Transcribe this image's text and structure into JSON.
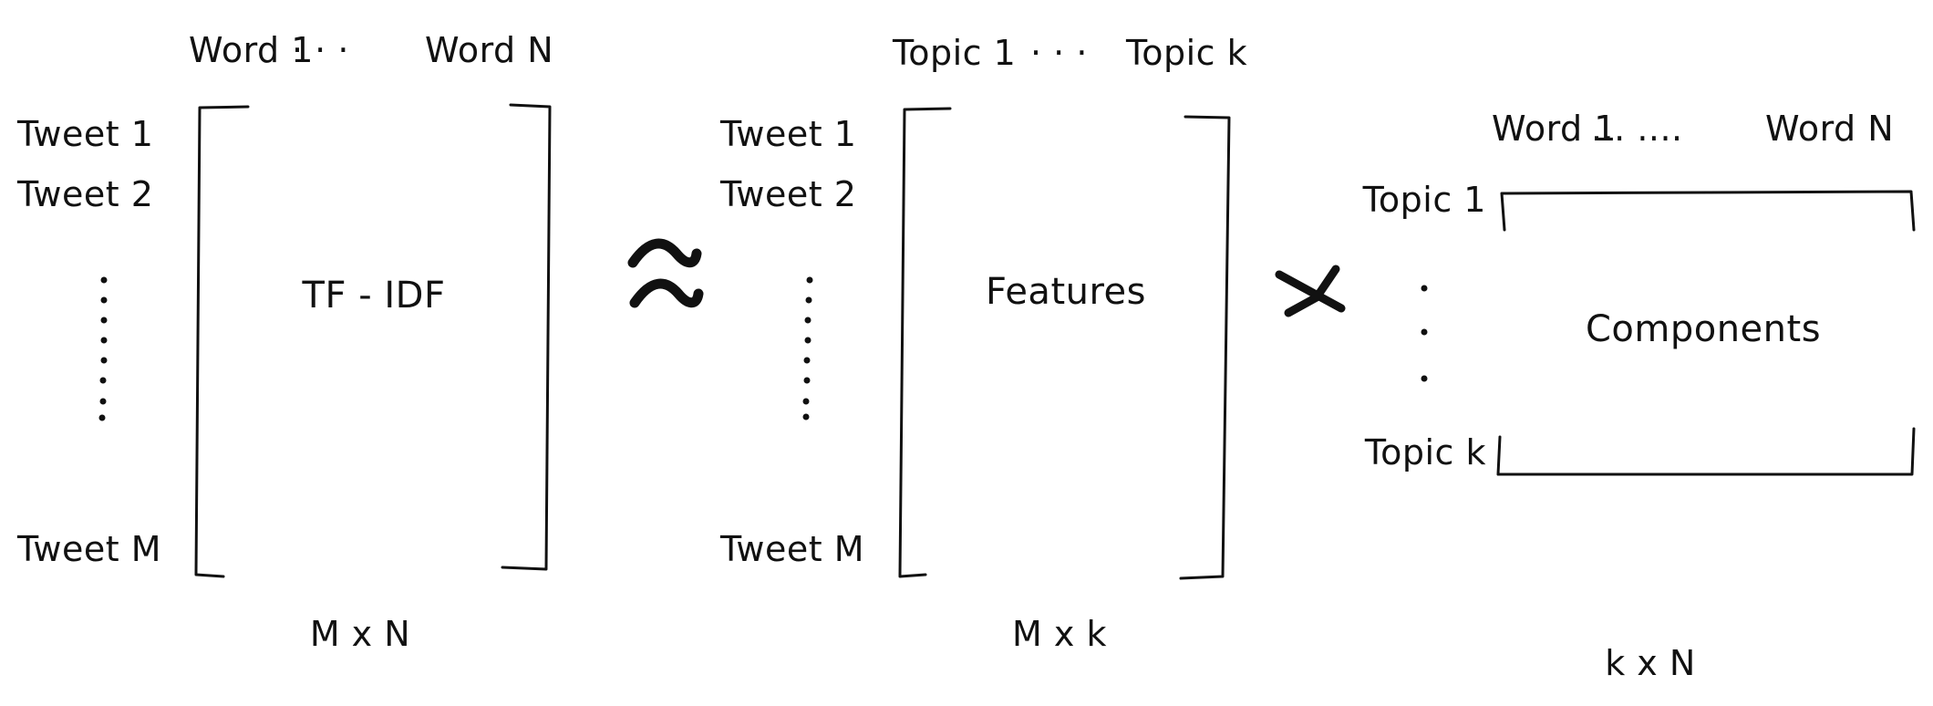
{
  "tfidf": {
    "columns": {
      "first": "Word 1",
      "ellipsis": "· · ·",
      "last": "Word N"
    },
    "rows": {
      "first": "Tweet 1",
      "second": "Tweet 2",
      "last": "Tweet M"
    },
    "content": "TF - IDF",
    "dimension": "M x N"
  },
  "approx_symbol": "≈",
  "features": {
    "columns": {
      "first": "Topic 1",
      "ellipsis": "· · ·",
      "last": "Topic k"
    },
    "rows": {
      "first": "Tweet 1",
      "second": "Tweet 2",
      "last": "Tweet M"
    },
    "content": "Features",
    "dimension": "M x k"
  },
  "multiply_symbol": "×",
  "components": {
    "columns": {
      "first": "Word 1",
      "ellipsis": "... ....",
      "last": "Word N"
    },
    "rows": {
      "first": "Topic 1",
      "last": "Topic k"
    },
    "content": "Components",
    "dimension": "k x N"
  },
  "colors": {
    "ink": "#111111",
    "background": "#ffffff"
  }
}
